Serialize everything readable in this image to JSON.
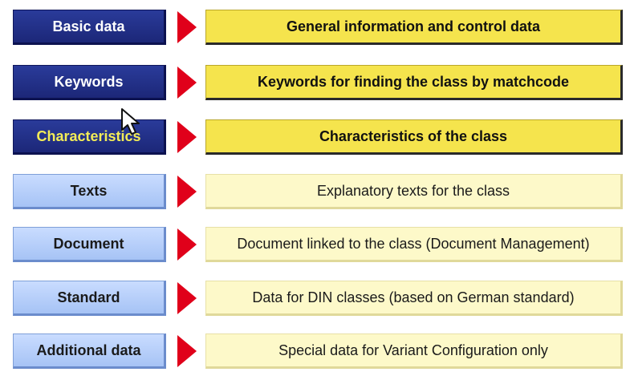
{
  "rows": [
    {
      "tab": "Basic data",
      "desc": "General information and control data",
      "style": "active"
    },
    {
      "tab": "Keywords",
      "desc": "Keywords for finding the class by matchcode",
      "style": "active"
    },
    {
      "tab": "Characteristics",
      "desc": "Characteristics of the class",
      "style": "active"
    },
    {
      "tab": "Texts",
      "desc": "Explanatory texts for the class",
      "style": "inactive"
    },
    {
      "tab": "Document",
      "desc": "Document linked to the class (Document Management)",
      "style": "inactive"
    },
    {
      "tab": "Standard",
      "desc": "Data for DIN classes (based on German standard)",
      "style": "inactive"
    },
    {
      "tab": "Additional data",
      "desc": "Special data for Variant Configuration only",
      "style": "inactive"
    }
  ],
  "colors": {
    "active_tab": "#1c2778",
    "inactive_tab": "#a6c3f5",
    "arrow": "#e0001a",
    "active_desc": "#f5e44d",
    "inactive_desc": "#fdf9c9",
    "characteristics_text": "#f3ec57"
  },
  "icons": {
    "pointer": "mouse-pointer-icon"
  }
}
